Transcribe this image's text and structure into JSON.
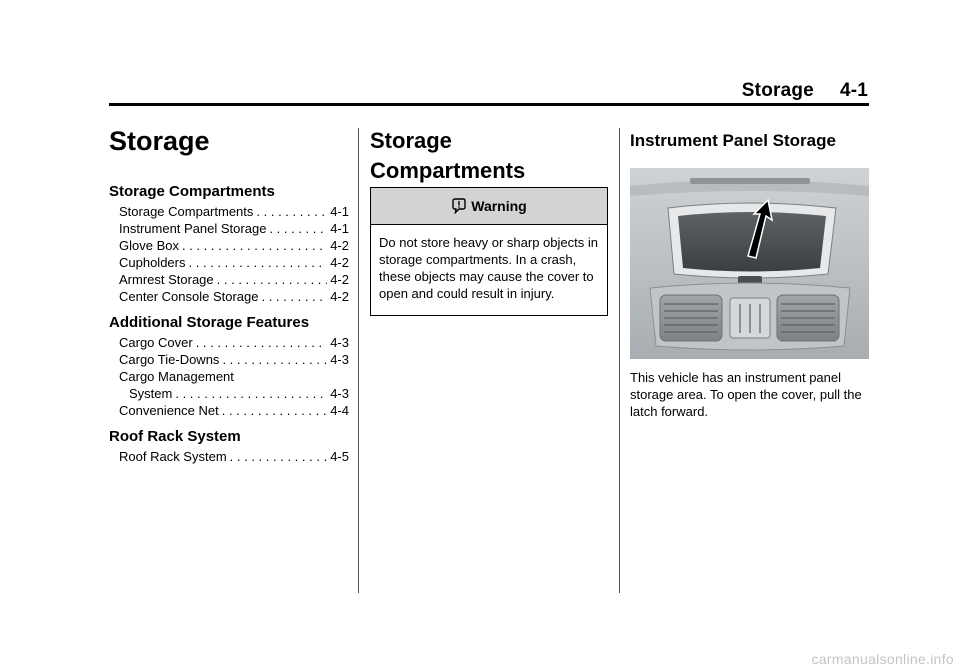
{
  "header": {
    "section": "Storage",
    "page": "4-1"
  },
  "chapter_title": "Storage",
  "toc": [
    {
      "heading": "Storage Compartments",
      "entries": [
        {
          "label": "Storage Compartments",
          "page": "4-1"
        },
        {
          "label": "Instrument Panel Storage",
          "page": "4-1"
        },
        {
          "label": "Glove Box",
          "page": "4-2"
        },
        {
          "label": "Cupholders",
          "page": "4-2"
        },
        {
          "label": "Armrest Storage",
          "page": "4-2"
        },
        {
          "label": "Center Console Storage",
          "page": "4-2"
        }
      ]
    },
    {
      "heading": "Additional Storage Features",
      "entries": [
        {
          "label": "Cargo Cover",
          "page": "4-3"
        },
        {
          "label": "Cargo Tie-Downs",
          "page": "4-3"
        },
        {
          "label": "Cargo Management",
          "label2": "System",
          "page": "4-3"
        },
        {
          "label": "Convenience Net",
          "page": "4-4"
        }
      ]
    },
    {
      "heading": "Roof Rack System",
      "entries": [
        {
          "label": "Roof Rack System",
          "page": "4-5"
        }
      ]
    }
  ],
  "storage_compartments": {
    "title_line1": "Storage",
    "title_line2": "Compartments",
    "warning_label": "Warning",
    "warning_text": "Do not store heavy or sharp objects in storage compartments. In a crash, these objects may cause the cover to open and could result in injury."
  },
  "instrument_panel": {
    "title": "Instrument Panel Storage",
    "description": "This vehicle has an instrument panel storage area. To open the cover, pull the latch forward."
  },
  "watermark": "carmanualsonline.info"
}
